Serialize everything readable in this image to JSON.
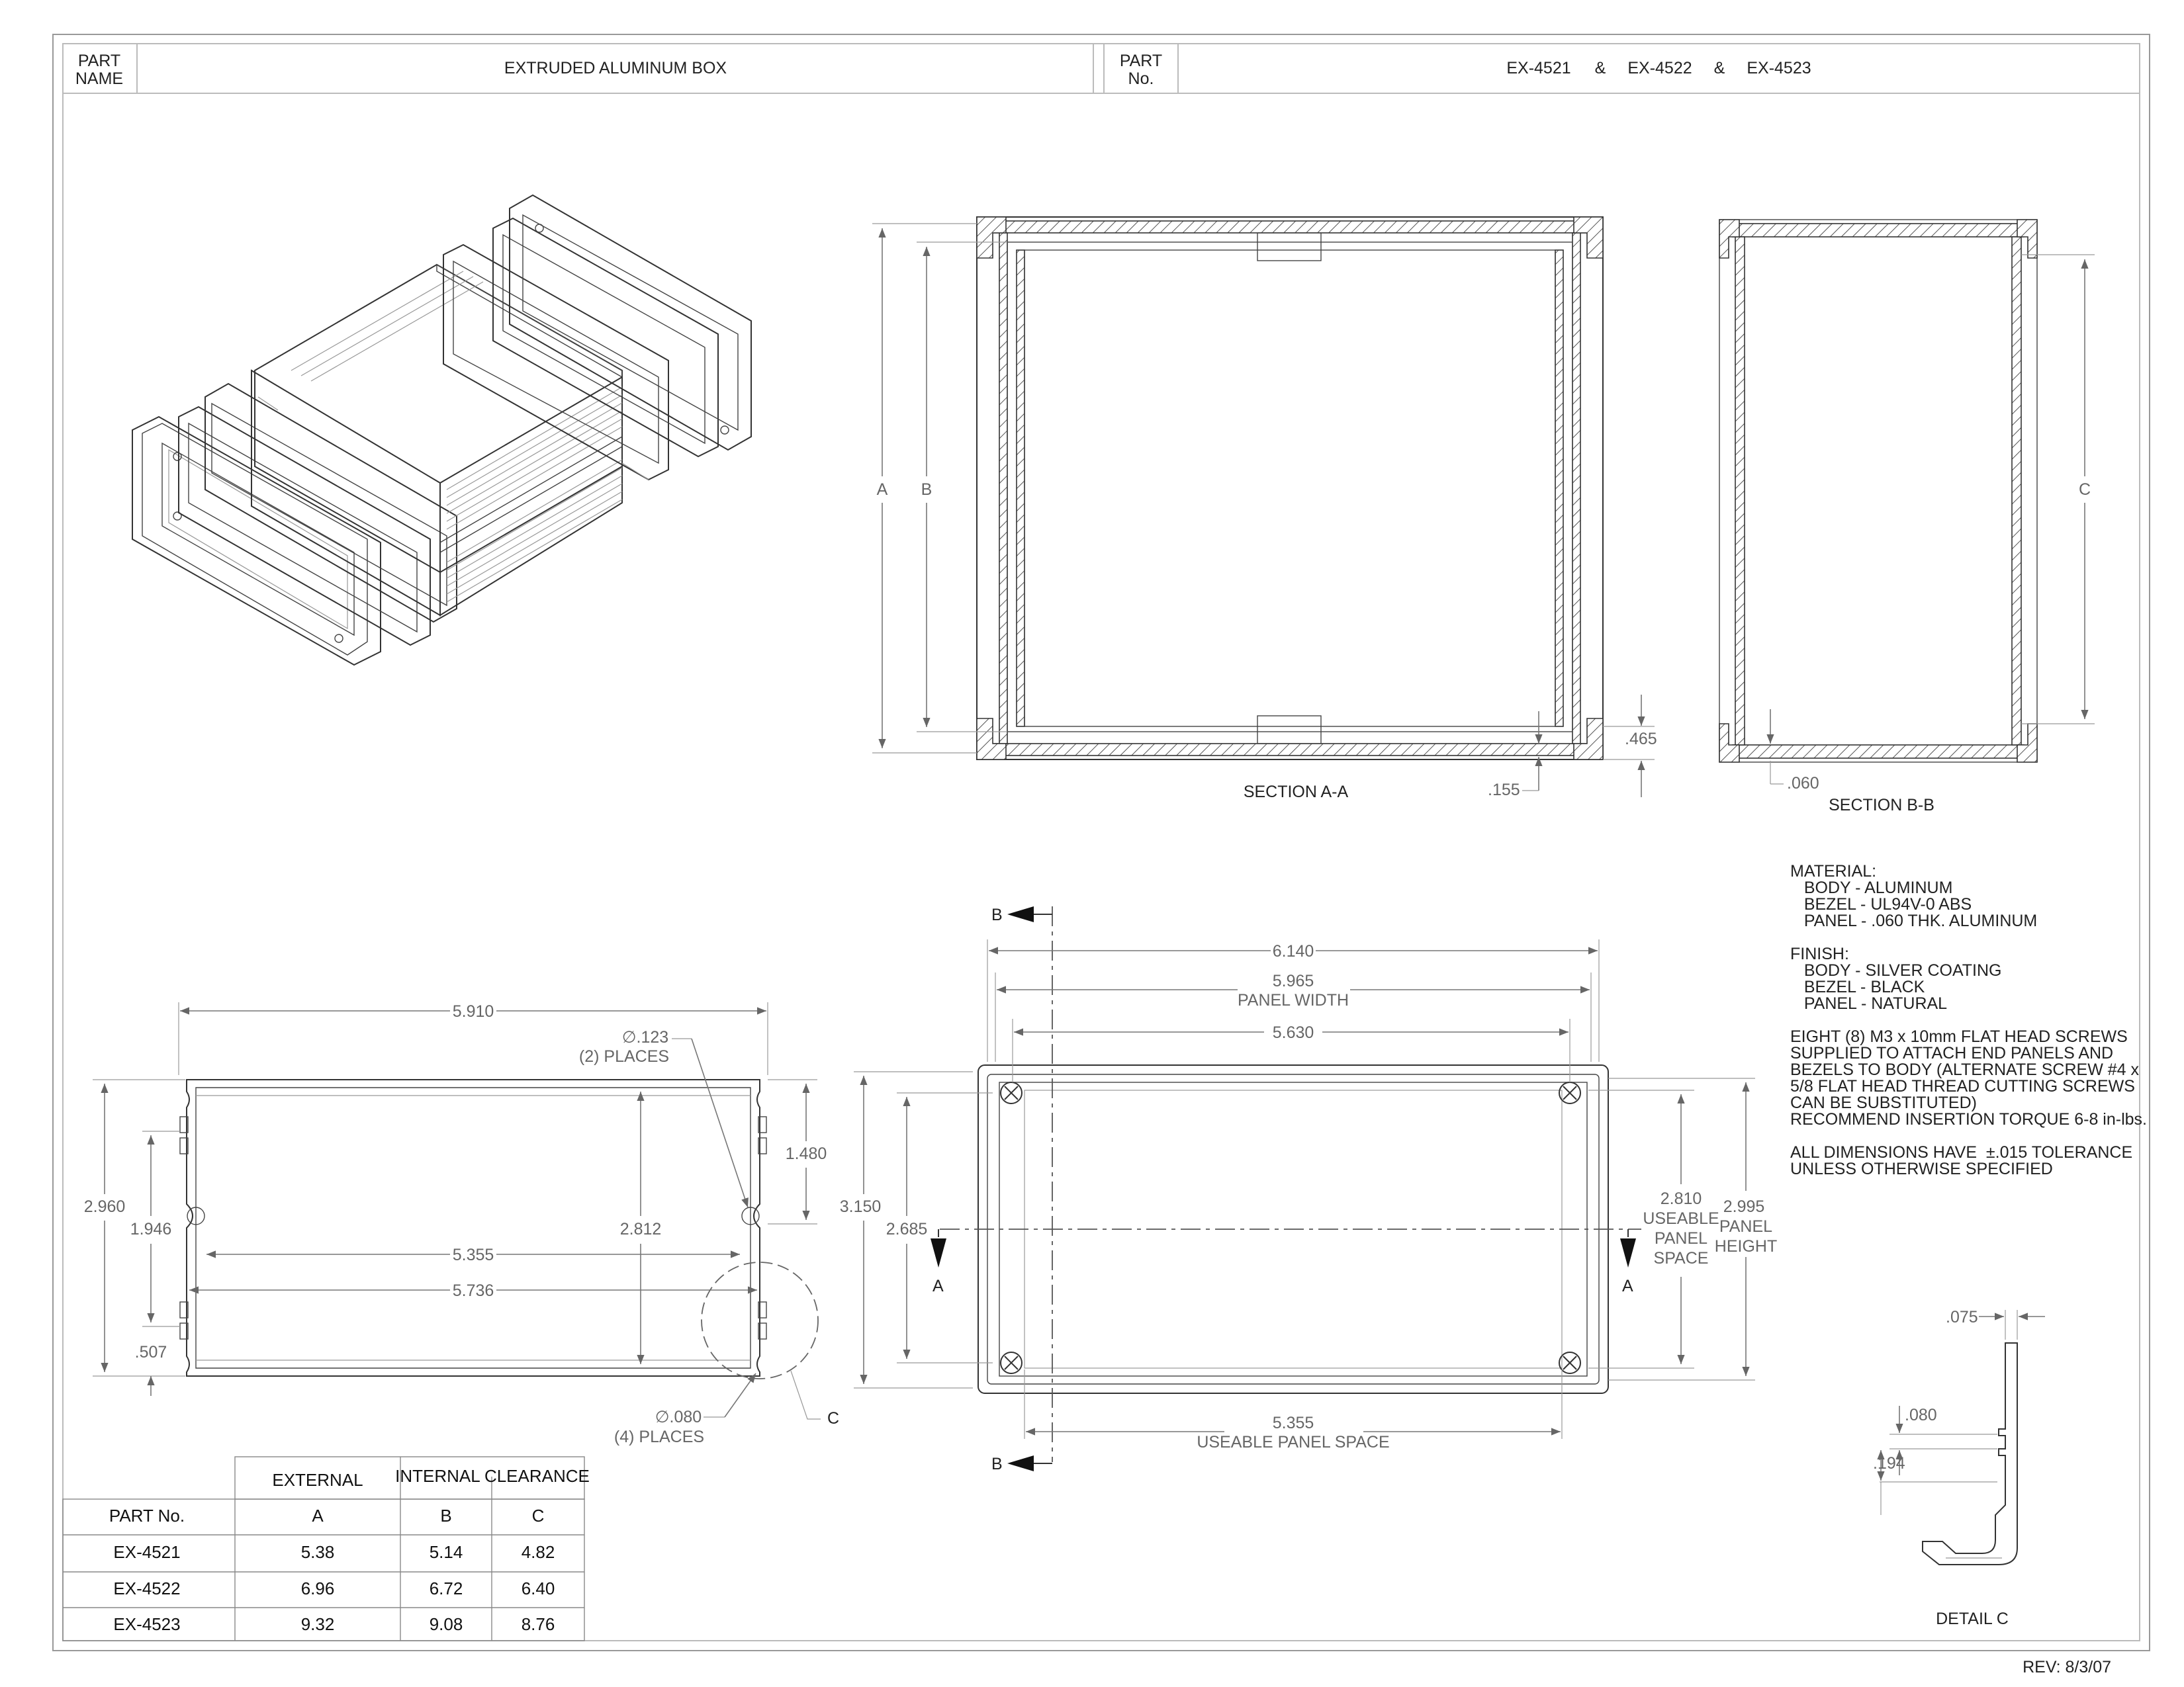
{
  "title_block": {
    "part_name_label": [
      "PART",
      "NAME"
    ],
    "part_name": "EXTRUDED ALUMINUM BOX",
    "part_no_label": [
      "PART",
      "No."
    ],
    "part_numbers": [
      "EX-4521",
      "&",
      "EX-4522",
      "&",
      "EX-4523"
    ]
  },
  "views": {
    "section_aa": {
      "title": "SECTION A-A",
      "labels": {
        "a": "A",
        "b": "B"
      },
      "dims": {
        "d465": ".465",
        "d155": ".155"
      }
    },
    "section_bb": {
      "title": "SECTION B-B",
      "labels": {
        "c": "C"
      },
      "dims": {
        "d060": ".060"
      }
    },
    "end_view": {
      "dims": {
        "width": "5.910",
        "hole_dia": "∅.123",
        "hole_places": "(2) PLACES",
        "height": "2.960",
        "mid": "1.946",
        "inner_height": "2.812",
        "right_height": "1.480",
        "inner_w1": "5.355",
        "inner_w2": "5.736",
        "bottom": ".507",
        "slot_dia": "∅.080",
        "slot_places": "(4) PLACES",
        "detail_label": "C"
      }
    },
    "front_view": {
      "section_marks": {
        "b_top": "B",
        "b_bottom": "B",
        "a_left": "A",
        "a_right": "A"
      },
      "dims": {
        "overall_w": "6.140",
        "panel_w": "5.965",
        "panel_w_label": "PANEL WIDTH",
        "screw_w": "5.630",
        "overall_h": "3.150",
        "screw_h": "2.685",
        "useable_h": "2.810",
        "useable_h_label": [
          "USEABLE",
          "PANEL",
          "SPACE"
        ],
        "panel_h": "2.995",
        "panel_h_label": [
          "PANEL",
          "HEIGHT"
        ],
        "useable_w": "5.355",
        "useable_w_label": "USEABLE PANEL SPACE"
      }
    },
    "detail_c": {
      "title": "DETAIL C",
      "dims": {
        "d075": ".075",
        "d080": ".080",
        "d194": ".194"
      }
    }
  },
  "notes": {
    "lines": [
      "MATERIAL:",
      "   BODY - ALUMINUM",
      "   BEZEL - UL94V-0 ABS",
      "   PANEL - .060 THK. ALUMINUM",
      "",
      "FINISH:",
      "   BODY - SILVER COATING",
      "   BEZEL - BLACK",
      "   PANEL - NATURAL",
      "",
      "EIGHT (8) M3 x 10mm FLAT HEAD SCREWS",
      "SUPPLIED TO ATTACH END PANELS AND",
      "BEZELS TO BODY (ALTERNATE SCREW #4 x",
      "5/8 FLAT HEAD THREAD CUTTING SCREWS",
      "CAN BE SUBSTITUTED)",
      "RECOMMEND INSERTION TORQUE 6-8 in-lbs.",
      "",
      "ALL DIMENSIONS HAVE  ±.015 TOLERANCE",
      "UNLESS OTHERWISE SPECIFIED"
    ]
  },
  "table": {
    "group_headers": {
      "external": "EXTERNAL",
      "internal": "INTERNAL CLEARANCE"
    },
    "columns": [
      "PART No.",
      "A",
      "B",
      "C"
    ],
    "rows": [
      [
        "EX-4521",
        "5.38",
        "5.14",
        "4.82"
      ],
      [
        "EX-4522",
        "6.96",
        "6.72",
        "6.40"
      ],
      [
        "EX-4523",
        "9.32",
        "9.08",
        "8.76"
      ]
    ]
  },
  "revision": "REV: 8/3/07"
}
